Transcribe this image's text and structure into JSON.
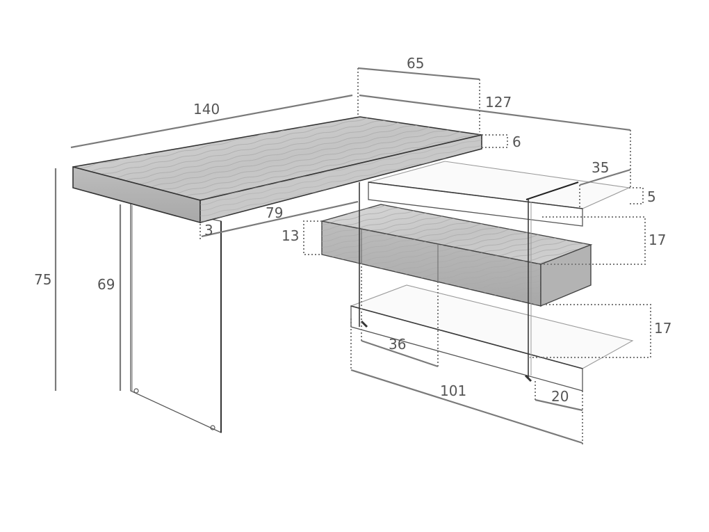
{
  "drawing": {
    "colors": {
      "dimension_line": "#7a7a7a",
      "dimension_text": "#555555",
      "wood": "#bfbfbf"
    },
    "dimensions": {
      "top_length": "140",
      "top_depth": "65",
      "return_length": "127",
      "top_thickness": "6",
      "shelf_depth": "35",
      "shelf_thickness": "5",
      "total_height": "75",
      "leg_height": "69",
      "top_overhang": "3",
      "knee_width": "79",
      "drawer_height": "13",
      "upper_gap": "17",
      "lower_gap": "17",
      "drawer_width": "36",
      "cabinet_length": "101",
      "bottom_depth": "20"
    }
  }
}
